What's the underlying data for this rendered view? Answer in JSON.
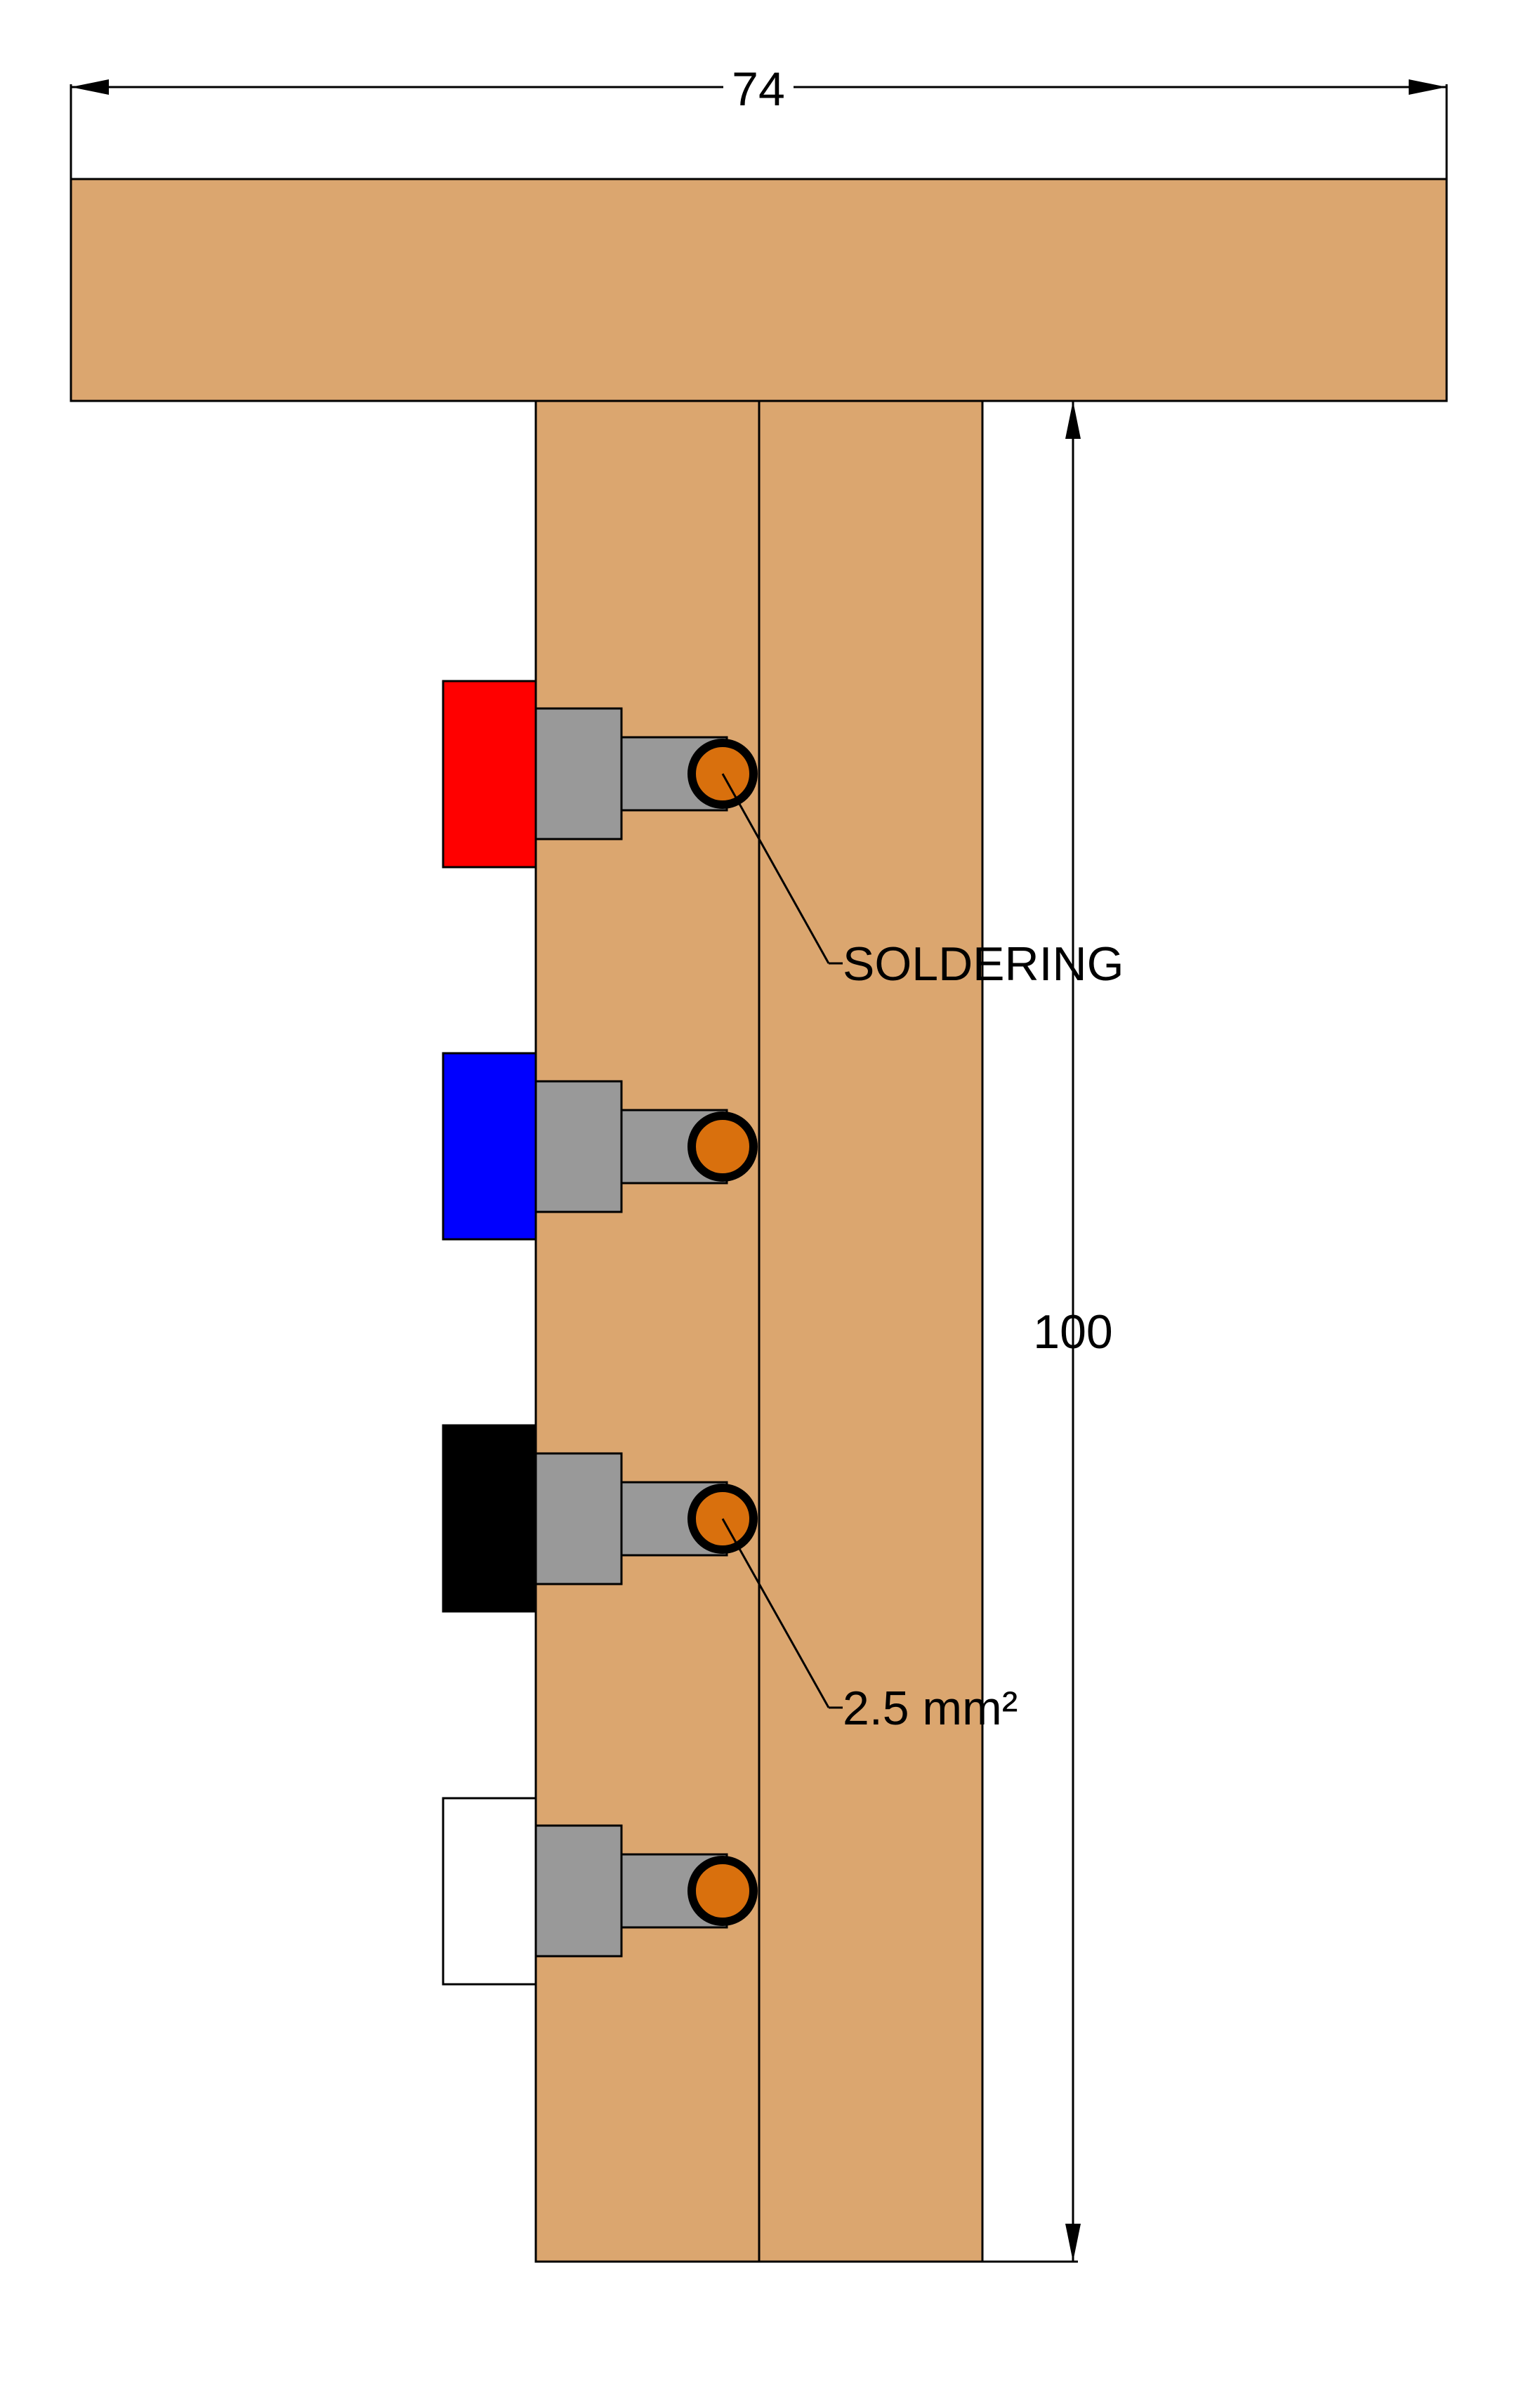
{
  "dimensions": {
    "width_label": "74",
    "height_label": "100"
  },
  "callouts": {
    "soldering": "SOLDERING",
    "wire_size": "2.5 mm²"
  },
  "terminals": [
    {
      "name": "red",
      "color": "#ff0000"
    },
    {
      "name": "blue",
      "color": "#0000ff"
    },
    {
      "name": "black",
      "color": "#000000"
    },
    {
      "name": "white",
      "color": "#ffffff"
    }
  ],
  "colors": {
    "wood": "#dba66f",
    "connector": "#999999",
    "solder": "#d9700d",
    "line": "#000000"
  }
}
